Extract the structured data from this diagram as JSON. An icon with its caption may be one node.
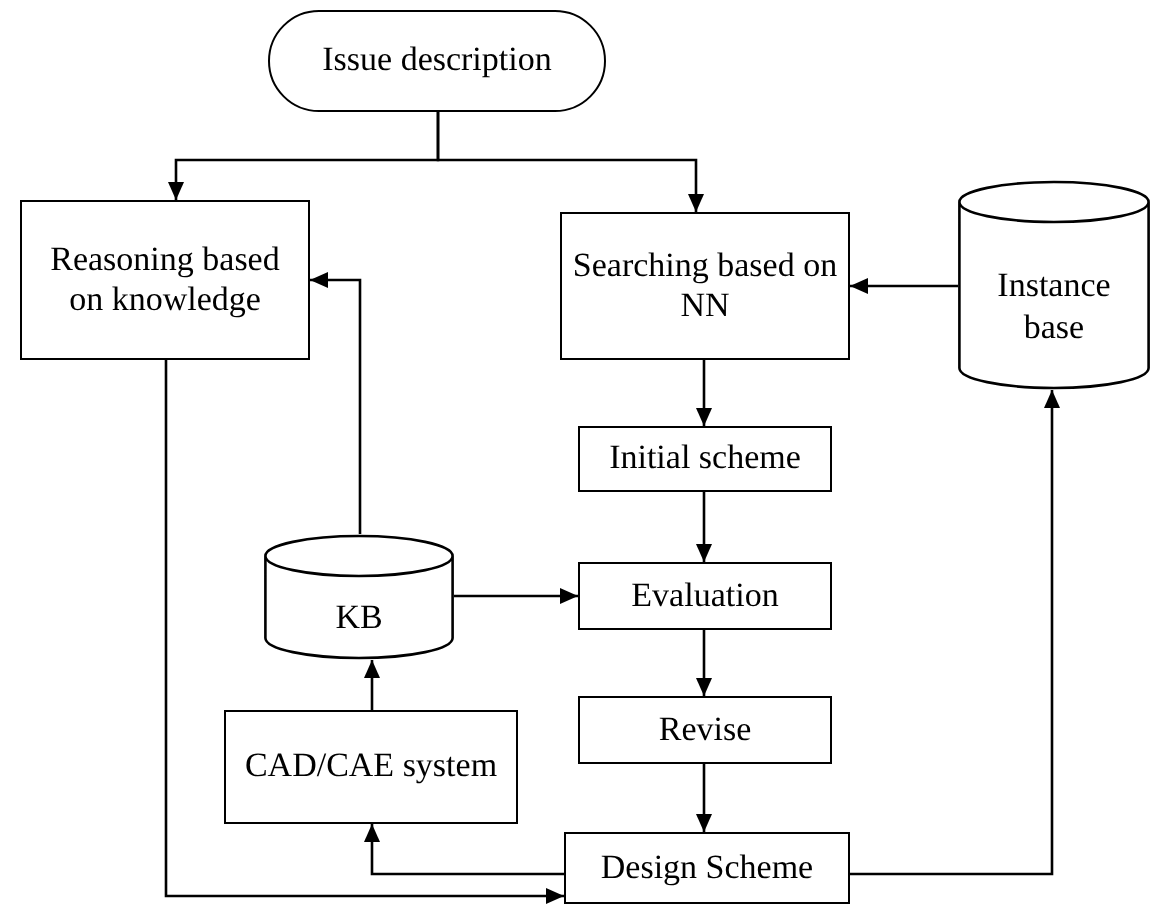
{
  "diagram": {
    "nodes": [
      {
        "text": [
          "Issue description"
        ]
      },
      {
        "text": [
          "Reasoning based on knowledge"
        ]
      },
      {
        "text": [
          "Searching based on NN"
        ]
      },
      {
        "text": [
          "Instance base"
        ]
      },
      {
        "text": [
          "Initial scheme"
        ]
      },
      {
        "text": [
          "KB"
        ]
      },
      {
        "text": [
          "Evaluation"
        ]
      },
      {
        "text": [
          "Revise"
        ]
      },
      {
        "text": [
          "CAD/CAE system"
        ]
      },
      {
        "text": [
          "Design Scheme"
        ]
      }
    ],
    "edges": [
      {
        "from": 0,
        "to": 1,
        "arrow": "to"
      },
      {
        "from": 0,
        "to": 2,
        "arrow": "to"
      },
      {
        "from": 3,
        "to": 2,
        "arrow": "to"
      },
      {
        "from": 2,
        "to": 4,
        "arrow": "to"
      },
      {
        "from": 4,
        "to": 6,
        "arrow": "to"
      },
      {
        "from": 5,
        "to": 6,
        "arrow": "to"
      },
      {
        "from": 5,
        "to": 1,
        "arrow": "to"
      },
      {
        "from": 6,
        "to": 7,
        "arrow": "to"
      },
      {
        "from": 7,
        "to": 9,
        "arrow": "to"
      },
      {
        "from": 9,
        "to": 8,
        "arrow": "to"
      },
      {
        "from": 8,
        "to": 5,
        "arrow": "to"
      },
      {
        "from": 1,
        "to": 9,
        "arrow": "to"
      },
      {
        "from": 9,
        "to": 3,
        "arrow": "to"
      }
    ]
  }
}
